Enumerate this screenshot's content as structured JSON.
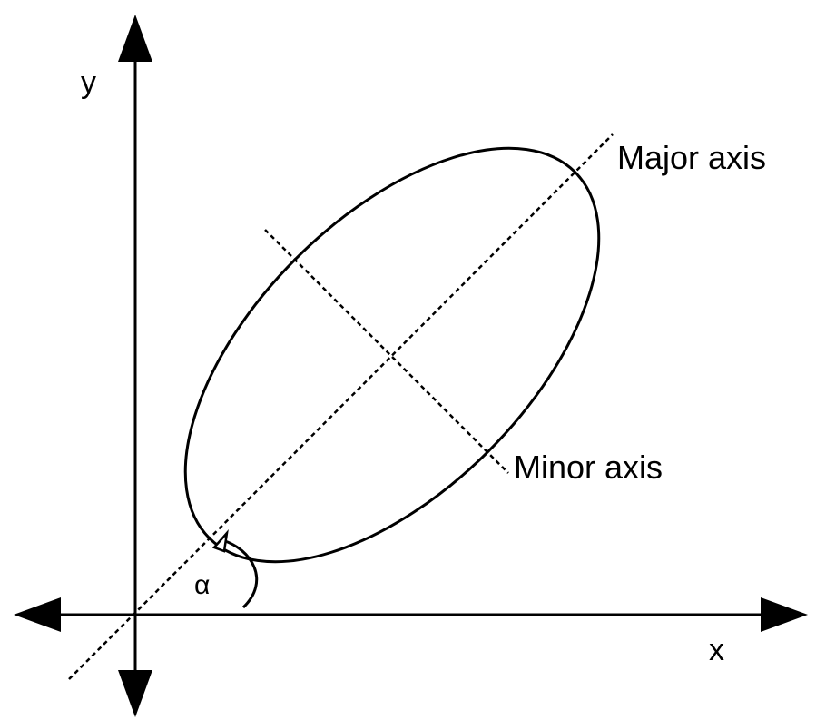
{
  "axes": {
    "x_label": "x",
    "y_label": "y"
  },
  "angle_label": "α",
  "major_axis_label": "Major axis",
  "minor_axis_label": "Minor axis",
  "colors": {
    "stroke": "#000000",
    "background": "#ffffff"
  }
}
